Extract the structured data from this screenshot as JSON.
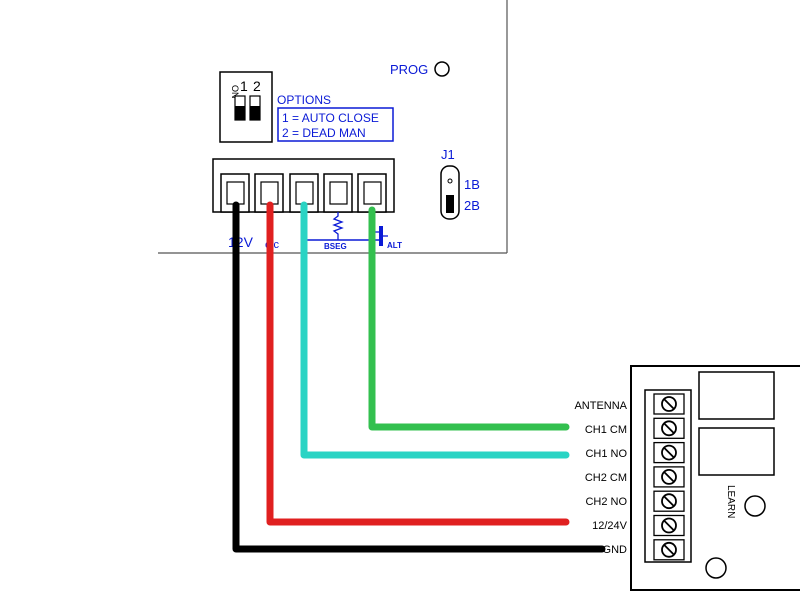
{
  "controller": {
    "dip_switch": {
      "on_label": "ON",
      "pos1": "1",
      "pos2": "2"
    },
    "options": {
      "title": "OPTIONS",
      "line1": "1 = AUTO CLOSE",
      "line2": "2 = DEAD MAN"
    },
    "prog_label": "PROG",
    "jumper": {
      "label": "J1",
      "opt1": "1B",
      "opt2": "2B"
    },
    "terminal_labels": {
      "t1": "12V",
      "t2": "c/c",
      "bseg": "BSEG",
      "alt": "ALT"
    }
  },
  "receiver": {
    "terminals": [
      "ANTENNA",
      "CH1 CM",
      "CH1 NO",
      "CH2 CM",
      "CH2 NO",
      "12/24V",
      "GND"
    ],
    "learn_label": "LEARN"
  },
  "wires": [
    {
      "name": "gnd-wire",
      "color": "#000000"
    },
    {
      "name": "power-wire",
      "color": "#e02020"
    },
    {
      "name": "ch1-no-wire",
      "color": "#2ad4c4"
    },
    {
      "name": "ch1-cm-wire",
      "color": "#33c04f"
    }
  ],
  "colors": {
    "label_blue": "#0a1ad6",
    "outline": "#000000"
  }
}
